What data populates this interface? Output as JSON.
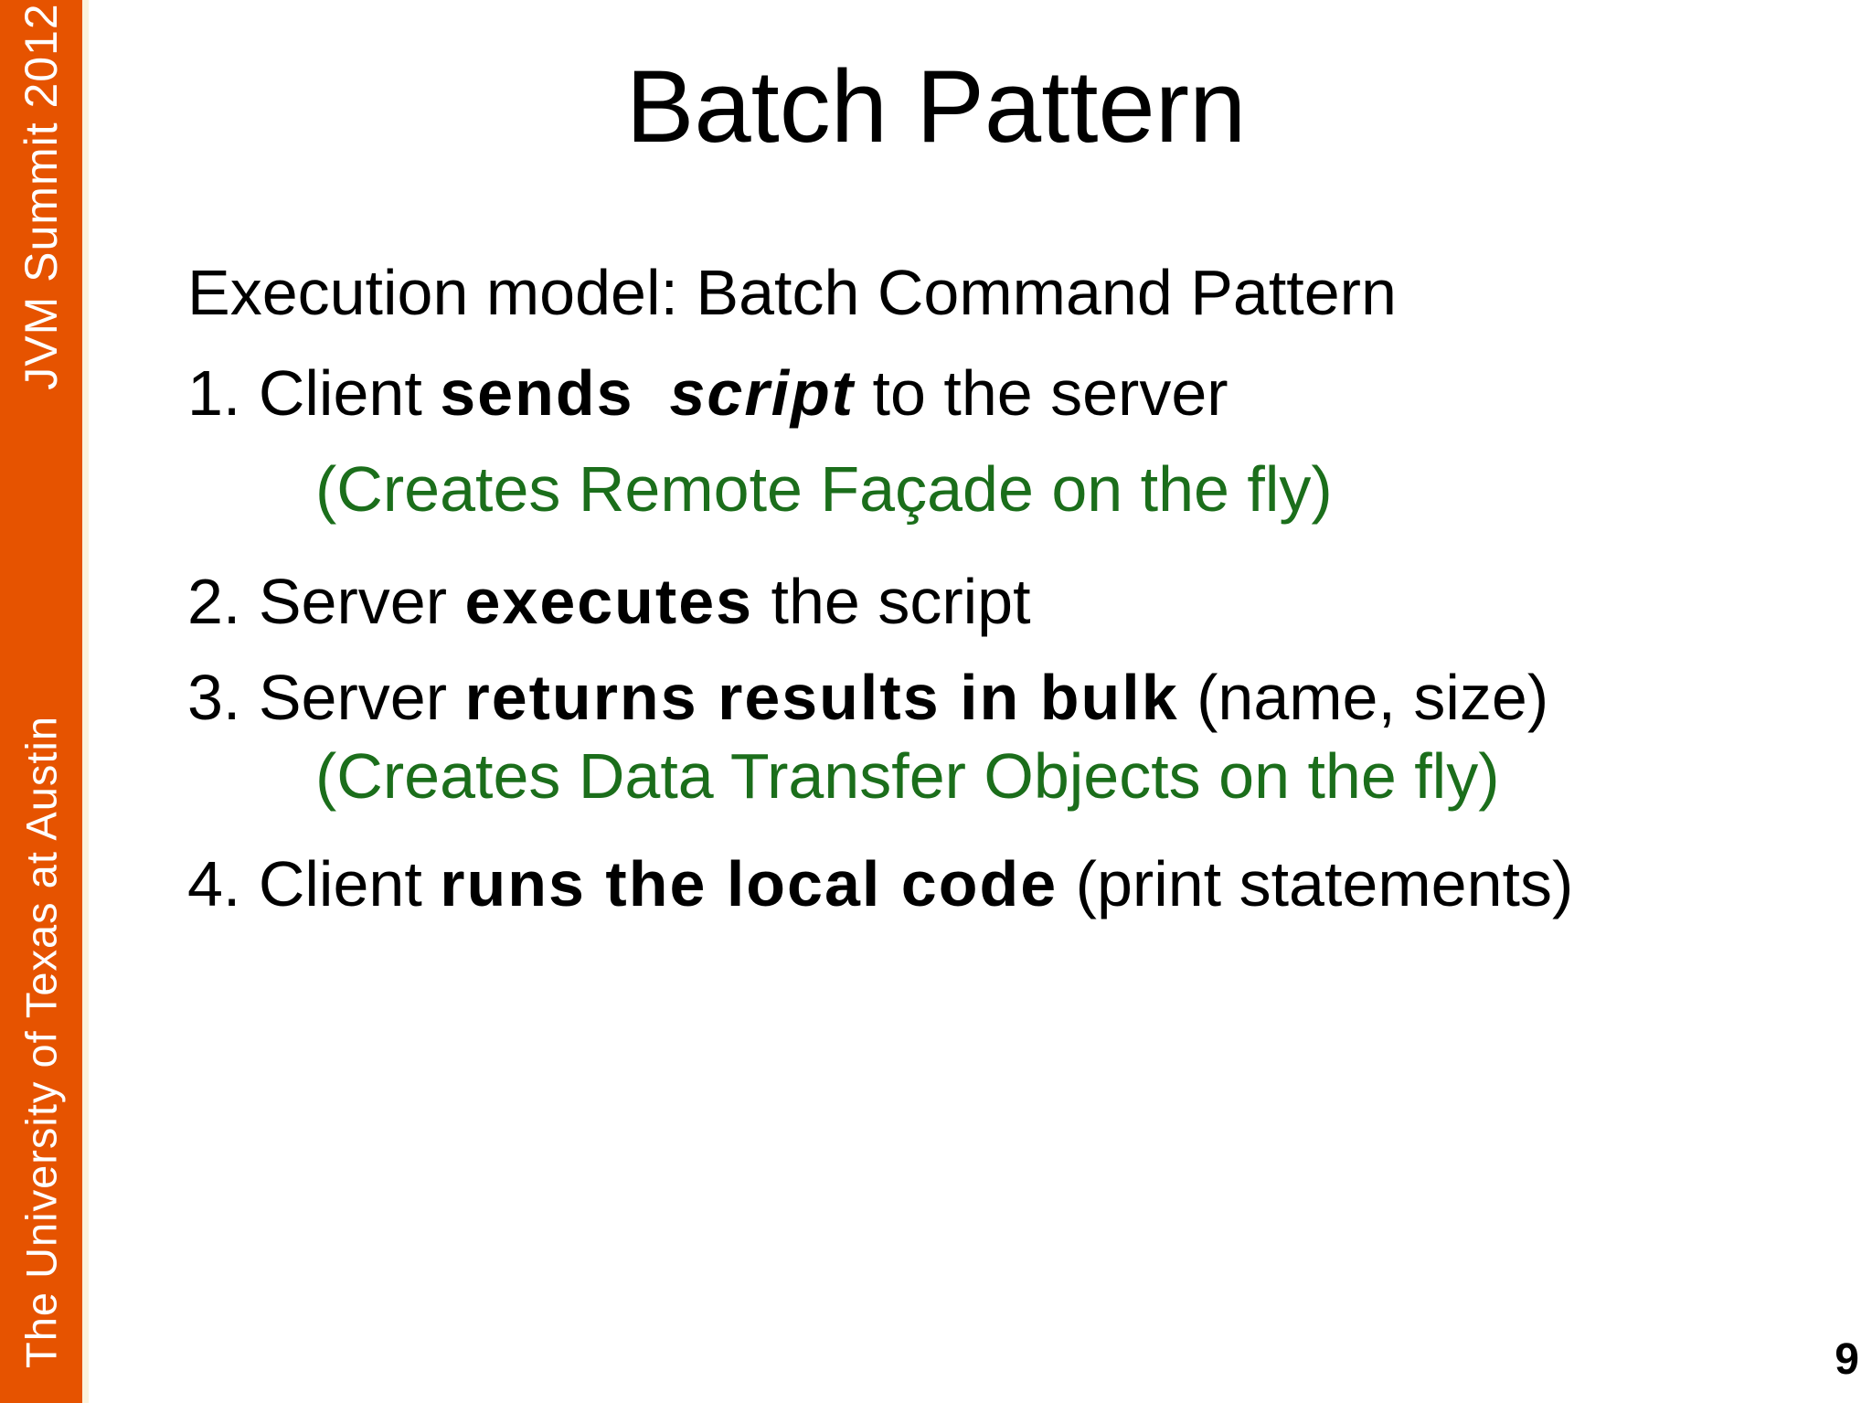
{
  "slide": {
    "title": "Batch Pattern",
    "page_number": "9"
  },
  "sidebar": {
    "top_text": "JVM Summit 2012",
    "bottom_text": "The University of Texas at Austin"
  },
  "colors": {
    "sidebar_orange": "#E65300",
    "sidebar_edge_cream": "#FBF3DC",
    "note_green": "#1B6E1B",
    "text_black": "#000000",
    "background_white": "#FFFFFF"
  },
  "body": {
    "intro": "Execution model: Batch Command Pattern",
    "item1_pre": "1. Client ",
    "item1_bold": "sends",
    "item1_gap": "  ",
    "item1_italic": "script",
    "item1_post": " to the server",
    "note1": "(Creates Remote Façade on the fly)",
    "item2_pre": "2. Server ",
    "item2_bold": "executes",
    "item2_post": " the script",
    "item3_pre": "3. Server ",
    "item3_bold": "returns results in bulk",
    "item3_post": " (name, size)",
    "note2": "(Creates Data Transfer Objects on the fly)",
    "item4_pre": "4. Client ",
    "item4_bold": "runs the local code",
    "item4_post": " (print statements)"
  }
}
